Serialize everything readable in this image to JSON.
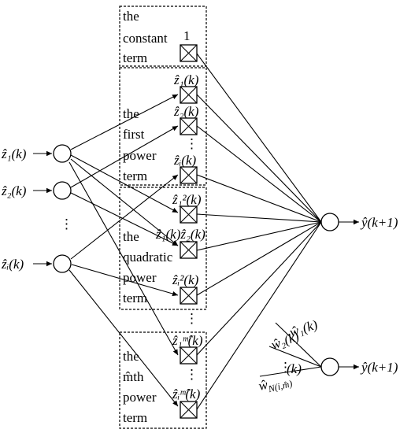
{
  "groups": {
    "constant": [
      "the",
      "constant",
      "term"
    ],
    "first": [
      "the",
      "first",
      "power",
      "term"
    ],
    "quadratic": [
      "the",
      "quadratic",
      "power",
      "term"
    ],
    "mth": [
      "the",
      "m̂th",
      "power",
      "term"
    ]
  },
  "inputs": {
    "z1": "ẑ₁(k)",
    "z2": "ẑ₂(k)",
    "zi": "ẑᵢ(k)",
    "ellipsis": "⋮"
  },
  "terms": {
    "const": "1",
    "f1": "ẑ₁(k)",
    "f2": "ẑ₂(k)",
    "fi": "ẑᵢ(k)",
    "q1": "ẑ₁²(k)",
    "q12": "ẑ₁(k)ẑ₂(k)",
    "qi": "ẑᵢ²(k)",
    "m1": "ẑ₁ᵐ̂(k)",
    "mi": "ẑᵢᵐ̂(k)",
    "ellipsis": "⋮"
  },
  "output": {
    "y": "ŷ(k+1)"
  },
  "legend": {
    "w1": "ŵ₁(k)",
    "w2": "ŵ₂(k)",
    "wn": "ŵ",
    "wn_sub": "N(i,m̂)",
    "wn_k": "(k)",
    "ellipsis": "⋮",
    "y": "ŷ(k+1)"
  }
}
